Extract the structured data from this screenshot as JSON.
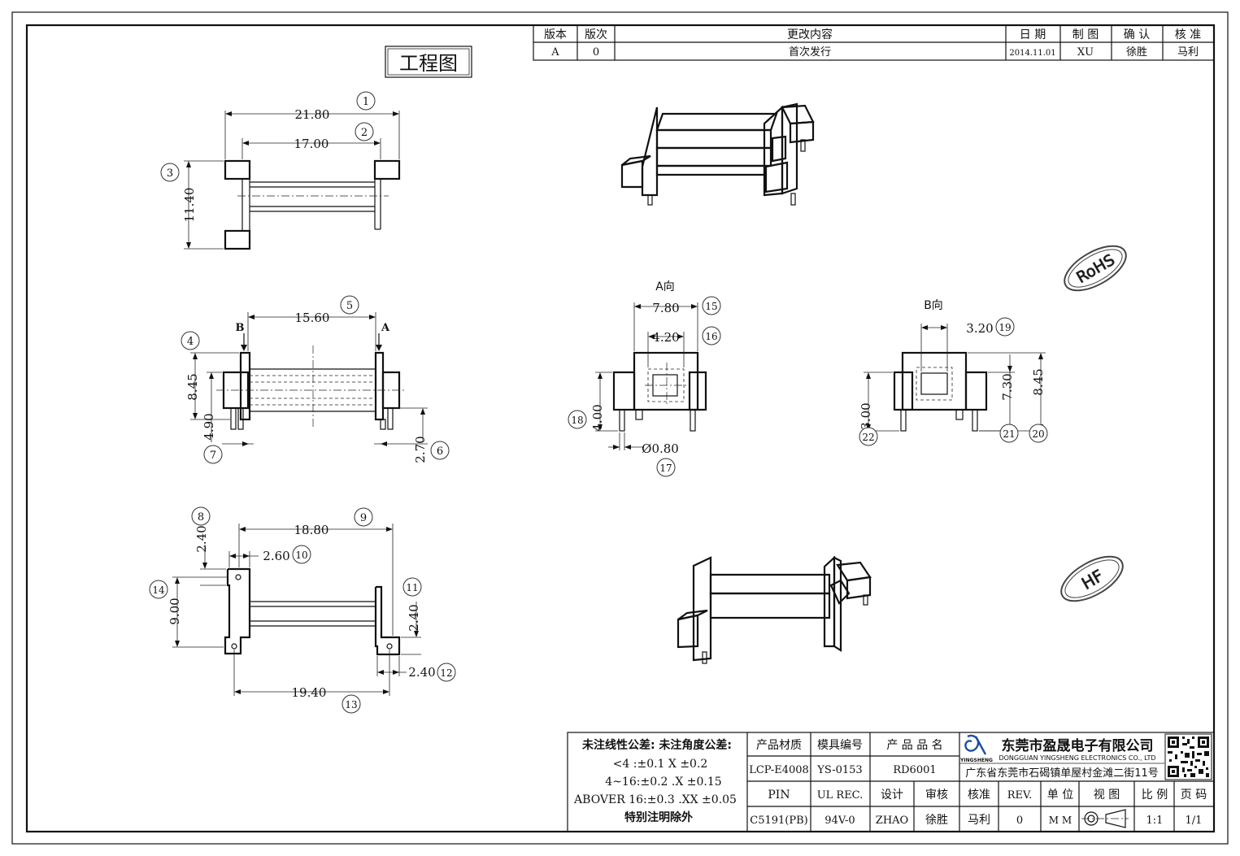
{
  "revision_table": {
    "headers": [
      "版本",
      "版次",
      "更改内容",
      "日 期",
      "制 图",
      "确 认",
      "核 准"
    ],
    "row": [
      "A",
      "0",
      "首次发行",
      "2014.11.01",
      "XU",
      "徐胜",
      "马利"
    ]
  },
  "drawing_title": "工程图",
  "dimensions": {
    "d1": "21.80",
    "d2": "17.00",
    "d3": "11.40",
    "d4": "8.45",
    "d5": "15.60",
    "d6": "2.70",
    "d7": "4.90",
    "d8": "2.40",
    "d9": "18.80",
    "d10": "2.60",
    "d11": "2.40",
    "d12": "2.40",
    "d13": "19.40",
    "d14": "9.00",
    "d15": "7.80",
    "d16": "4.20",
    "d17": "Ø0.80",
    "d18": "4.00",
    "d19": "3.20",
    "d20": "8.45",
    "d21": "7.30",
    "d22": "3.00"
  },
  "callouts": [
    "1",
    "2",
    "3",
    "4",
    "5",
    "6",
    "7",
    "8",
    "9",
    "10",
    "11",
    "12",
    "13",
    "14",
    "15",
    "16",
    "17",
    "18",
    "19",
    "20",
    "21",
    "22"
  ],
  "view_labels": {
    "a_view": "A向",
    "b_view": "B向",
    "arrow_a": "A",
    "arrow_b": "B"
  },
  "stamps": {
    "rohs": "RoHS",
    "hf": "HF"
  },
  "tolerance_block": {
    "line1": "未注线性公差:  未注角度公差:",
    "line2": "<4 :±0.1  X ±0.2",
    "line3": "4~16:±0.2 .X ±0.15",
    "line4": "ABOVER 16:±0.3 .XX ±0.05",
    "line5": "特别注明除外"
  },
  "title_block": {
    "material_label": "产品材质",
    "material": "LCP-E4008",
    "mold_label": "模具编号",
    "mold": "YS-0153",
    "product_label": "产 品 品 名",
    "product": "RD6001",
    "pin_label": "PIN",
    "pin": "C5191(PB)",
    "ul_label": "UL REC.",
    "ul": "94V-0",
    "design_label": "设计",
    "design": "ZHAO",
    "review_label": "审核",
    "review": "徐胜",
    "approve_label": "核准",
    "approve": "马利",
    "rev_label": "REV.",
    "rev": "0",
    "unit_label": "单 位",
    "unit": "M M",
    "view_label": "视 图",
    "scale_label": "比 例",
    "scale": "1:1",
    "page_label": "页 码",
    "page": "1/1",
    "company_cn": "东莞市盈晟电子有限公司",
    "company_en": "DONGGUAN YINGSHENG ELECTRONICS CO., LTD",
    "company_brand": "YINGSHENG",
    "address": "广东省东莞市石碣镇单屋村金滩二街11号"
  }
}
